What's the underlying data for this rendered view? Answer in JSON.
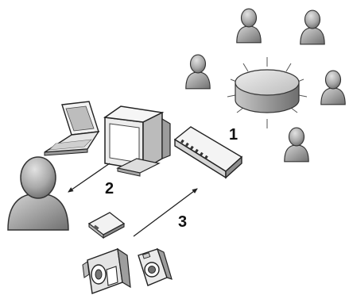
{
  "steps": [
    {
      "number": "1"
    },
    {
      "number": "2"
    },
    {
      "number": "3"
    }
  ],
  "icons": {
    "meeting": [
      "conference-table-icon",
      "person-icon"
    ],
    "devices": [
      "laptop-icon",
      "desktop-computer-icon",
      "network-switch-icon"
    ],
    "user": "large-person-icon",
    "capture": [
      "memory-card-icon",
      "video-camera-icon",
      "photo-camera-icon"
    ]
  },
  "colors": {
    "person_light": "#d4d4d4",
    "person_dark": "#6e6e6e",
    "outline": "#222222",
    "device_fill": "#f0f0f0",
    "table_top": "#dcdcdc",
    "table_side": "#9a9a9a"
  }
}
